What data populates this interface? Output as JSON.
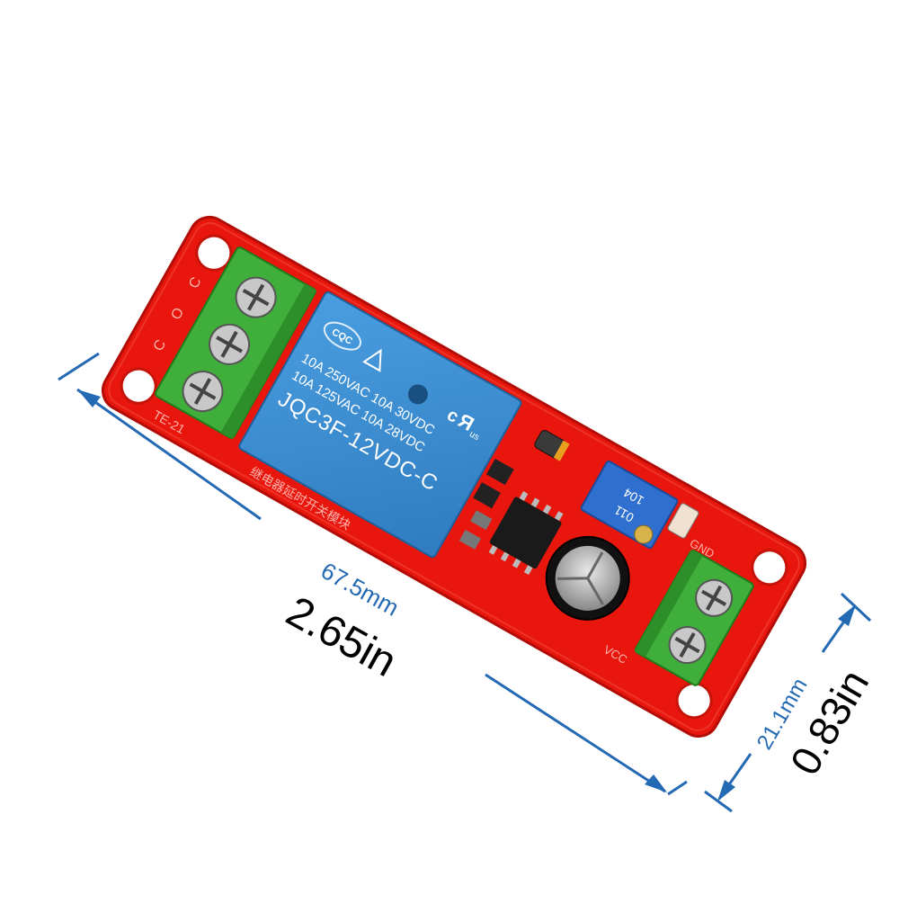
{
  "relay": {
    "cert_mark": "CQC",
    "spec_line_1": "10A 250VAC 10A 30VDC",
    "spec_line_2": "10A 125VAC 10A 28VDC",
    "model": "JQC3F-12VDC-C",
    "ul_mark": "c",
    "ul_us": "us"
  },
  "pcb": {
    "labels_left": [
      "C",
      "O",
      "C"
    ],
    "model_code": "TE-21",
    "chinese_title": "继电器延时开关模块",
    "label_gnd": "GND",
    "label_vcc": "VCC",
    "pot_code_1": "104",
    "pot_code_2": "011"
  },
  "dimensions": {
    "length_mm": "67.5mm",
    "length_in": "2.65in",
    "width_mm": "21.1mm",
    "width_in": "0.83in"
  },
  "colors": {
    "pcb": "#e8160c",
    "relay": "#3b8fd0",
    "terminal": "#3fae3a",
    "dimension_line": "#2469b3"
  }
}
